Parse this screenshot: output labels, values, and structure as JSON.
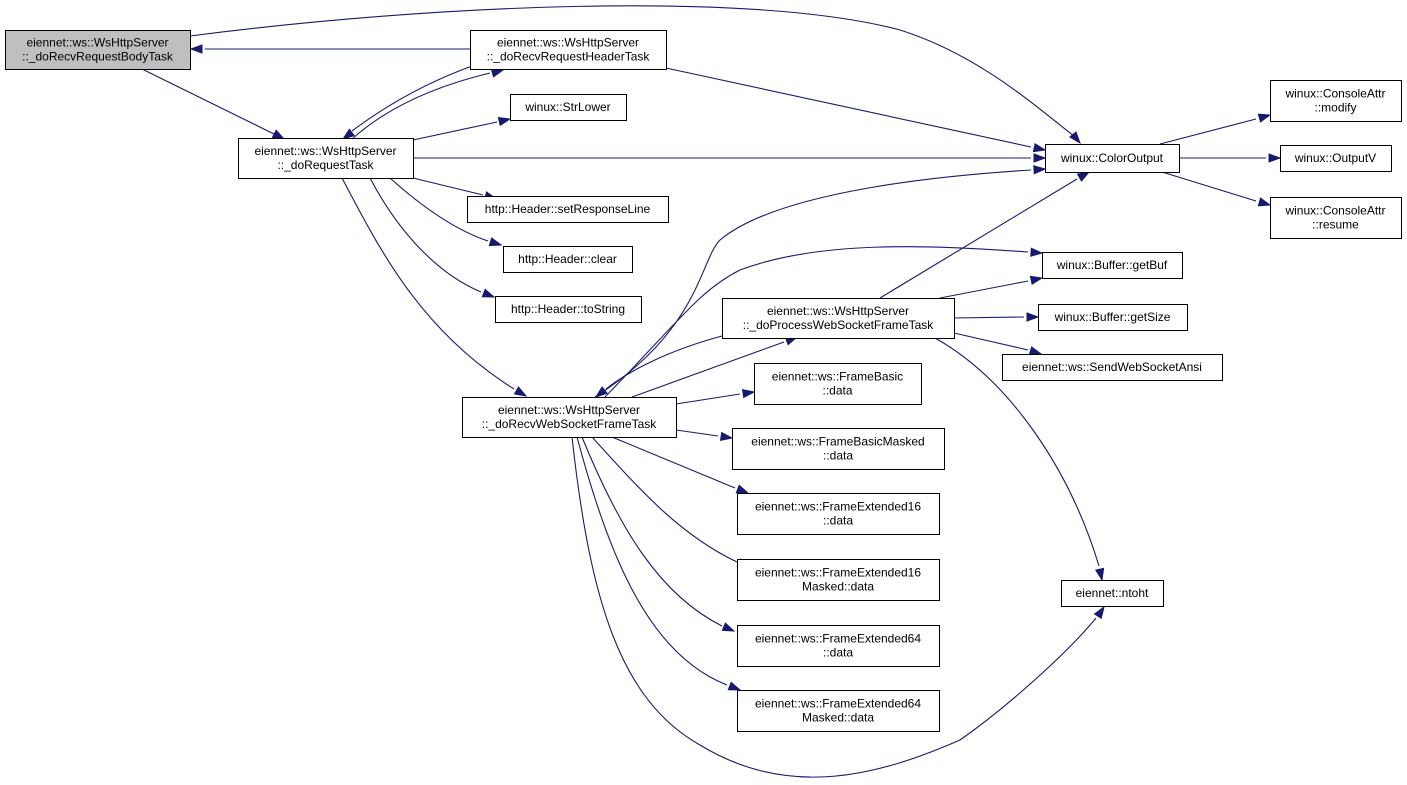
{
  "diagram": {
    "kind": "doxygen-call-graph",
    "colors": {
      "edge": "#191970",
      "node_fill": "#ffffff",
      "node_border": "#000000",
      "root_fill": "#bfbfbf"
    },
    "nodes": [
      {
        "id": "recvBody",
        "lines": [
          "eiennet::ws::WsHttpServer",
          "::_doRecvRequestBodyTask"
        ],
        "root": true
      },
      {
        "id": "recvHeader",
        "lines": [
          "eiennet::ws::WsHttpServer",
          "::_doRecvRequestHeaderTask"
        ]
      },
      {
        "id": "request",
        "lines": [
          "eiennet::ws::WsHttpServer",
          "::_doRequestTask"
        ]
      },
      {
        "id": "strLower",
        "lines": [
          "winux::StrLower"
        ]
      },
      {
        "id": "setResp",
        "lines": [
          "http::Header::setResponseLine"
        ]
      },
      {
        "id": "hdrClear",
        "lines": [
          "http::Header::clear"
        ]
      },
      {
        "id": "hdrToString",
        "lines": [
          "http::Header::toString"
        ]
      },
      {
        "id": "procWS",
        "lines": [
          "eiennet::ws::WsHttpServer",
          "::_doProcessWebSocketFrameTask"
        ]
      },
      {
        "id": "recvWS",
        "lines": [
          "eiennet::ws::WsHttpServer",
          "::_doRecvWebSocketFrameTask"
        ]
      },
      {
        "id": "frameBasic",
        "lines": [
          "eiennet::ws::FrameBasic",
          "::data"
        ]
      },
      {
        "id": "frameBasicMasked",
        "lines": [
          "eiennet::ws::FrameBasicMasked",
          "::data"
        ]
      },
      {
        "id": "frameExt16",
        "lines": [
          "eiennet::ws::FrameExtended16",
          "::data"
        ]
      },
      {
        "id": "frameExt16Masked",
        "lines": [
          "eiennet::ws::FrameExtended16",
          "Masked::data"
        ]
      },
      {
        "id": "frameExt64",
        "lines": [
          "eiennet::ws::FrameExtended64",
          "::data"
        ]
      },
      {
        "id": "frameExt64Masked",
        "lines": [
          "eiennet::ws::FrameExtended64",
          "Masked::data"
        ]
      },
      {
        "id": "colorOutput",
        "lines": [
          "winux::ColorOutput"
        ]
      },
      {
        "id": "getBuf",
        "lines": [
          "winux::Buffer::getBuf"
        ]
      },
      {
        "id": "getSize",
        "lines": [
          "winux::Buffer::getSize"
        ]
      },
      {
        "id": "sendAnsi",
        "lines": [
          "eiennet::ws::SendWebSocketAnsi"
        ]
      },
      {
        "id": "ntoht",
        "lines": [
          "eiennet::ntoht"
        ]
      },
      {
        "id": "caModify",
        "lines": [
          "winux::ConsoleAttr",
          "::modify"
        ]
      },
      {
        "id": "outputV",
        "lines": [
          "winux::OutputV"
        ]
      },
      {
        "id": "caResume",
        "lines": [
          "winux::ConsoleAttr",
          "::resume"
        ]
      }
    ],
    "edges": [
      {
        "from": "recvBody",
        "to": "request"
      },
      {
        "from": "recvBody",
        "to": "colorOutput"
      },
      {
        "from": "recvHeader",
        "to": "recvBody"
      },
      {
        "from": "recvHeader",
        "to": "request"
      },
      {
        "from": "recvHeader",
        "to": "colorOutput"
      },
      {
        "from": "request",
        "to": "recvHeader"
      },
      {
        "from": "request",
        "to": "strLower"
      },
      {
        "from": "request",
        "to": "colorOutput"
      },
      {
        "from": "request",
        "to": "setResp"
      },
      {
        "from": "request",
        "to": "hdrClear"
      },
      {
        "from": "request",
        "to": "hdrToString"
      },
      {
        "from": "request",
        "to": "recvWS"
      },
      {
        "from": "recvWS",
        "to": "colorOutput"
      },
      {
        "from": "recvWS",
        "to": "getBuf"
      },
      {
        "from": "recvWS",
        "to": "procWS"
      },
      {
        "from": "recvWS",
        "to": "frameBasic"
      },
      {
        "from": "recvWS",
        "to": "frameBasicMasked"
      },
      {
        "from": "recvWS",
        "to": "frameExt16"
      },
      {
        "from": "recvWS",
        "to": "frameExt16Masked"
      },
      {
        "from": "recvWS",
        "to": "frameExt64"
      },
      {
        "from": "recvWS",
        "to": "frameExt64Masked"
      },
      {
        "from": "recvWS",
        "to": "ntoht"
      },
      {
        "from": "procWS",
        "to": "recvWS"
      },
      {
        "from": "procWS",
        "to": "colorOutput"
      },
      {
        "from": "procWS",
        "to": "getBuf"
      },
      {
        "from": "procWS",
        "to": "getSize"
      },
      {
        "from": "procWS",
        "to": "sendAnsi"
      },
      {
        "from": "procWS",
        "to": "ntoht"
      },
      {
        "from": "colorOutput",
        "to": "caModify"
      },
      {
        "from": "colorOutput",
        "to": "outputV"
      },
      {
        "from": "colorOutput",
        "to": "caResume"
      }
    ]
  }
}
